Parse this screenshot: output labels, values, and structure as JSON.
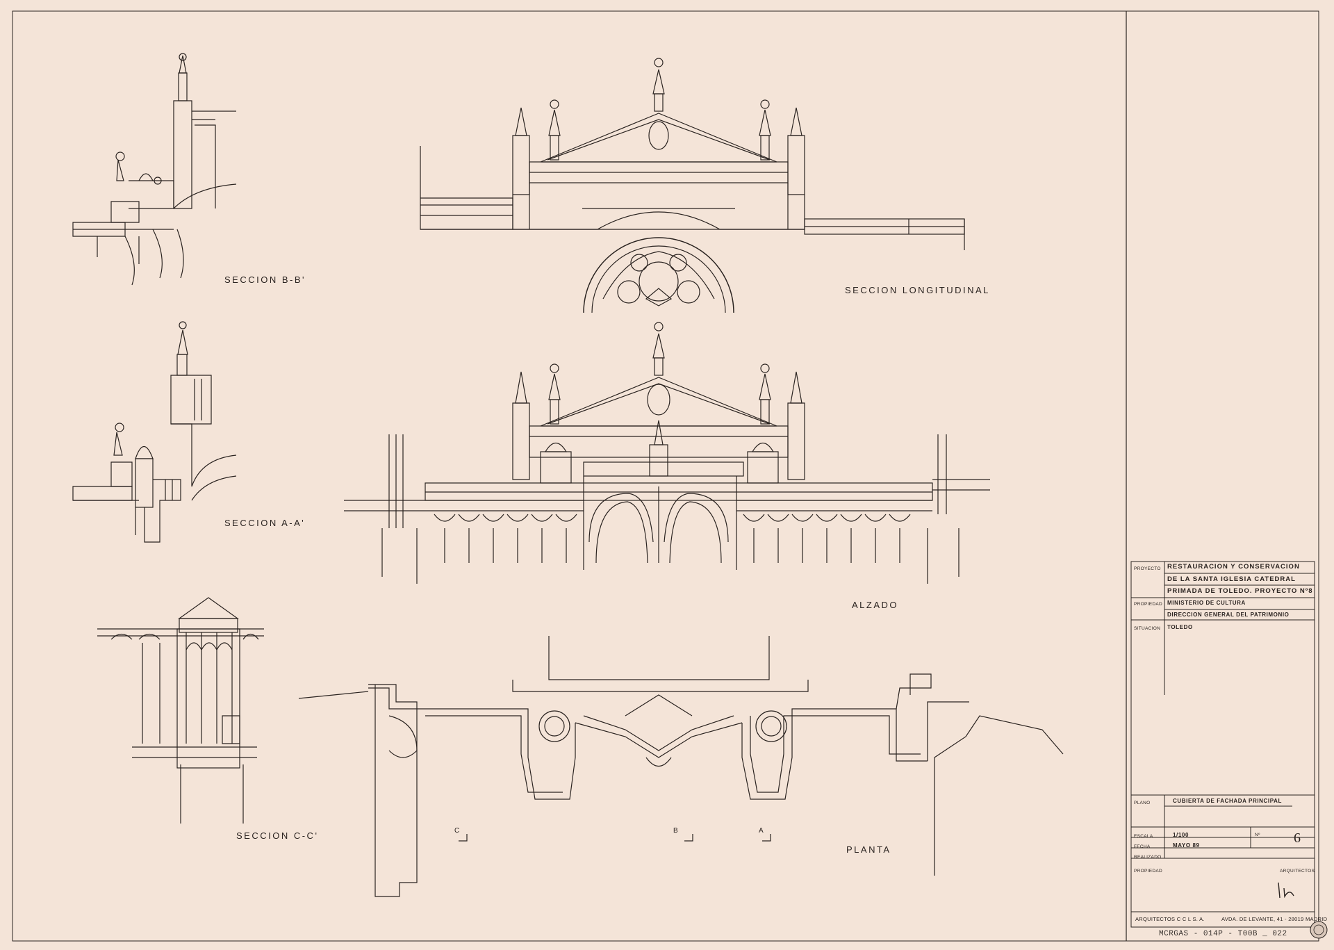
{
  "drawing_labels": {
    "seccion_bb": "SECCION  B-B'",
    "seccion_longitudinal": "SECCION  LONGITUDINAL",
    "seccion_aa": "SECCION  A-A'",
    "alzado": "ALZADO",
    "seccion_cc": "SECCION  C-C'",
    "planta": "PLANTA",
    "marker_c": "C",
    "marker_b": "B",
    "marker_a": "A"
  },
  "title_block": {
    "proyecto_key": "PROYECTO",
    "proyecto_lines": [
      "RESTAURACION  Y  CONSERVACION",
      "DE LA SANTA  IGLESIA  CATEDRAL",
      "PRIMADA  DE  TOLEDO. PROYECTO  Nº8"
    ],
    "propiedad_key": "PROPIEDAD",
    "propiedad_lines": [
      "MINISTERIO DE CULTURA",
      "DIRECCION GENERAL DEL PATRIMONIO"
    ],
    "situacion_key": "SITUACION",
    "situacion_value": "TOLEDO",
    "plano_key": "PLANO",
    "plano_value": "CUBIERTA  DE  FACHADA  PRINCIPAL",
    "escala_key": "ESCALA",
    "escala_value": "1/100",
    "numero_key": "Nº",
    "numero_value": "6",
    "fecha_key": "FECHA",
    "fecha_value": "MAYO 89",
    "realizado_key": "REALIZADO",
    "propiedad2_key": "PROPIEDAD",
    "arquitectos_key": "ARQUITECTOS",
    "footer_left": "ARQUITECTOS C C L  S. A.",
    "footer_right": "AVDA. DE LEVANTE, 41 - 28019 MADRID"
  },
  "archive_stamp": "MCRGAS - 014P - T00B _ 022"
}
